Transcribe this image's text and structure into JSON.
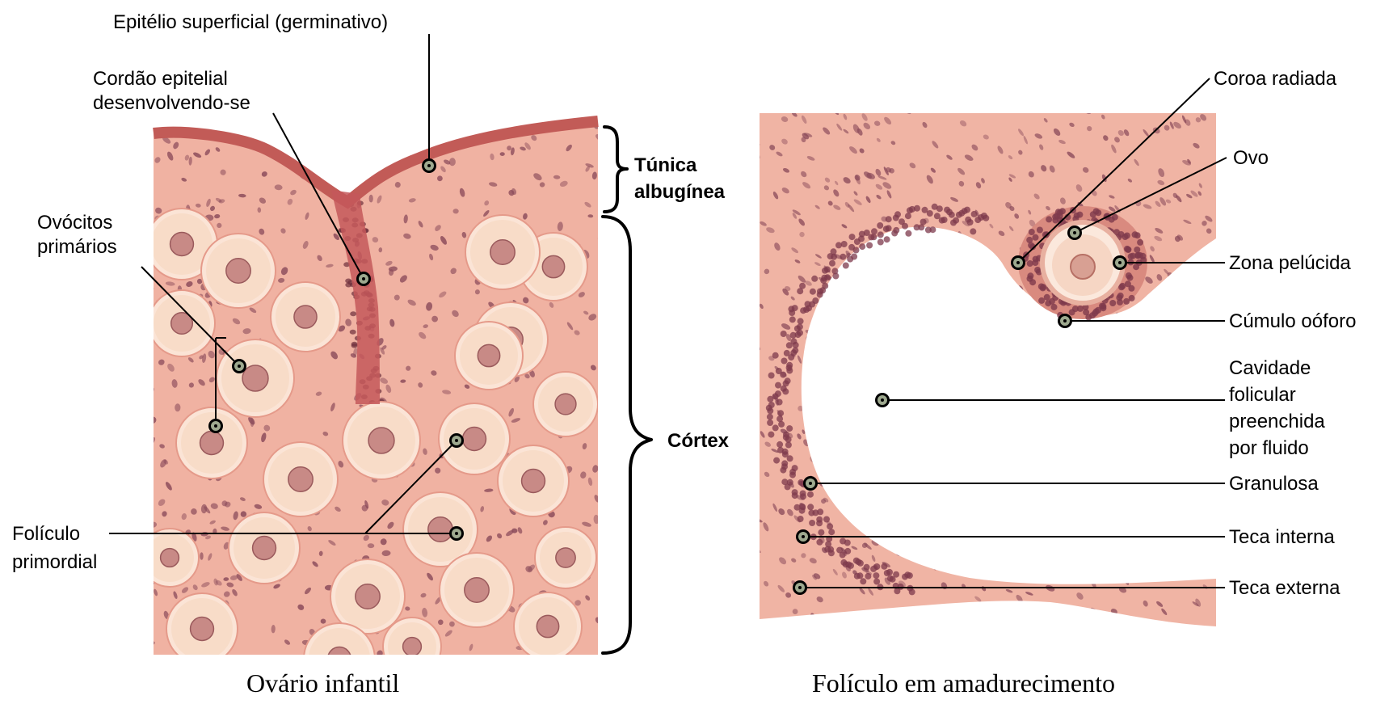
{
  "panels": {
    "left": {
      "caption": "Ovário infantil",
      "labels": {
        "epithelium": "Epitélio superficial (germinativo)",
        "cord_line1": "Cordão epitelial",
        "cord_line2": "desenvolvendo-se",
        "oocytes_line1": "Ovócitos",
        "oocytes_line2": "primários",
        "follicle_line1": "Folículo",
        "follicle_line2": "primordial",
        "tunica_line1": "Túnica",
        "tunica_line2": "albugínea",
        "cortex": "Córtex"
      }
    },
    "right": {
      "caption": "Folículo em amadurecimento",
      "labels": {
        "corona": "Coroa radiada",
        "ovum": "Ovo",
        "zona": "Zona pelúcida",
        "cumulus": "Cúmulo oóforo",
        "cavity_line1": "Cavidade",
        "cavity_line2": "folicular",
        "cavity_line3": "preenchida",
        "cavity_line4": "por fluido",
        "granulosa": "Granulosa",
        "theca_interna": "Teca interna",
        "theca_externa": "Teca externa"
      }
    }
  },
  "colors": {
    "tissue_pink": "#f2b8a8",
    "tissue_deep": "#d4706a",
    "nucleus": "#8a4a5a",
    "oocyte_cytoplasm": "#f8dcc8",
    "marker_fill": "#9ea98f"
  }
}
